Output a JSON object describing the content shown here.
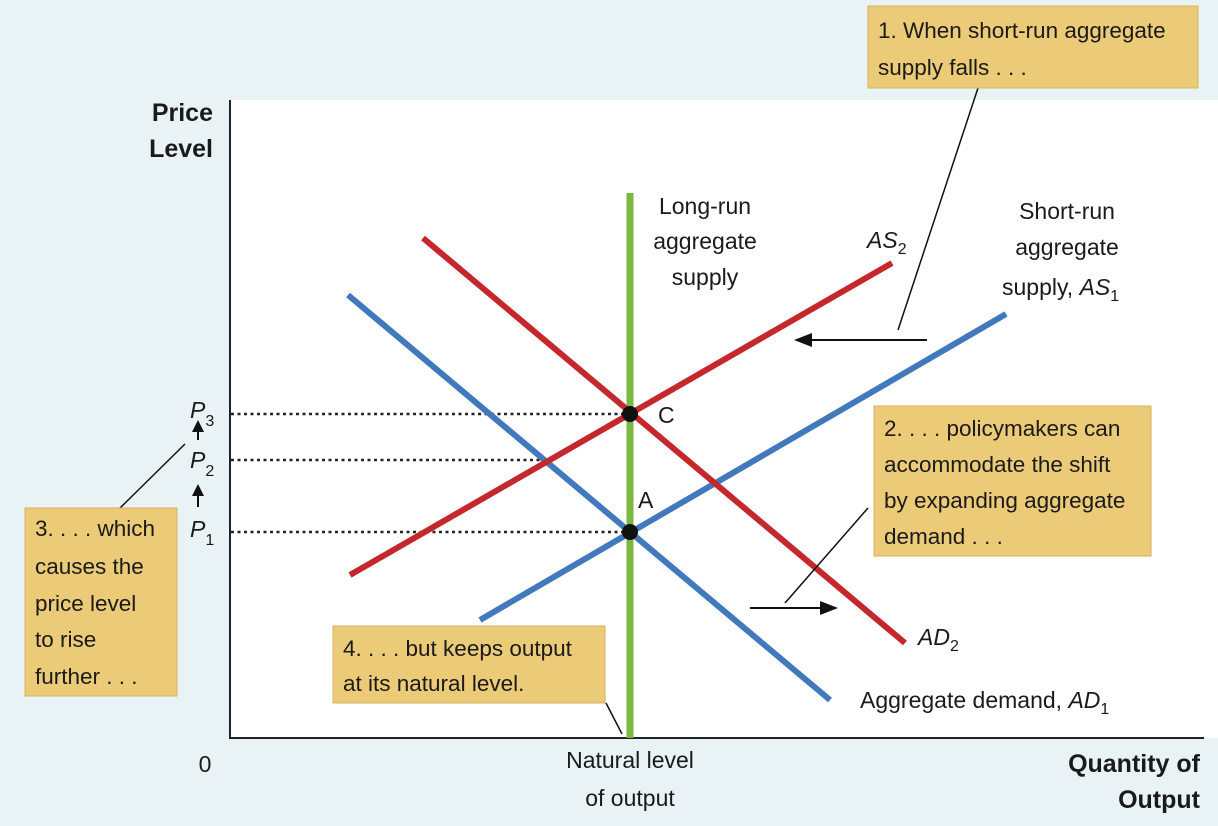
{
  "axis": {
    "y_title_line1": "Price",
    "y_title_line2": "Level",
    "x_title_line1": "Quantity of",
    "x_title_line2": "Output",
    "origin": "0",
    "x_tick_line1": "Natural level",
    "x_tick_line2": "of output"
  },
  "price_levels": {
    "p3": {
      "main": "P",
      "sub": "3"
    },
    "p2": {
      "main": "P",
      "sub": "2"
    },
    "p1": {
      "main": "P",
      "sub": "1"
    }
  },
  "curves": {
    "lras_line1": "Long-run",
    "lras_line2": "aggregate",
    "lras_line3": "supply",
    "as2_main": "AS",
    "as2_sub": "2",
    "sras_line1": "Short-run",
    "sras_line2": "aggregate",
    "sras_line3_prefix": "supply, ",
    "as1_main": "AS",
    "as1_sub": "1",
    "ad2_main": "AD",
    "ad2_sub": "2",
    "ad1_prefix": "Aggregate demand, ",
    "ad1_main": "AD",
    "ad1_sub": "1"
  },
  "points": {
    "a": "A",
    "c": "C"
  },
  "callouts": {
    "c1_line1": "1. When short-run aggregate",
    "c1_line2": "supply falls . . .",
    "c2_line1": "2. . . . policymakers can",
    "c2_line2": "accommodate the shift",
    "c2_line3": "by expanding aggregate",
    "c2_line4": "demand . . .",
    "c3_line1": "3. . . . which",
    "c3_line2": "causes the",
    "c3_line3": "price level",
    "c3_line4": "to rise",
    "c3_line5": "further . . .",
    "c4_line1": "4. . . . but keeps output",
    "c4_line2": "at its natural level."
  },
  "colors": {
    "background": "#e9f3f6",
    "plot_area": "#ffffff",
    "callout": "#eccb78",
    "supply_demand_red": "#c5282c",
    "supply_demand_blue": "#4279bd",
    "long_run_green": "#7bb843"
  }
}
